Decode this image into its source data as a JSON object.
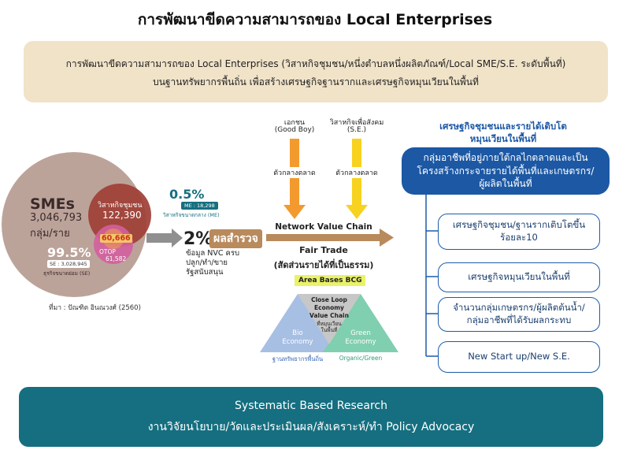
{
  "title": "การพัฒนาขีดความสามารถของ Local Enterprises",
  "top_box": {
    "line1": "การพัฒนาขีดความสามารถของ Local Enterprises (วิสาหกิจชุมชน/หนึ่งตำบลหนึ่งผลิตภัณฑ์/Local SME/S.E. ระดับพื้นที่)",
    "line2": "บนฐานทรัพยากรพื้นถิ่น เพื่อสร้างเศรษฐกิจฐานรากและเศรษฐกิจหมุนเวียนในพื้นที่"
  },
  "smes": {
    "title": "SMEs",
    "count": "3,046,793",
    "unit": "กลุ่ม/ราย",
    "se_percent": "99.5%",
    "se_badge": "SE : 3,028,945",
    "se_label": "ธุรกิจขนาดย่อม (SE)",
    "community_label": "วิสาหกิจชุมชน",
    "community_count": "122,390",
    "overlap_count": "60,666",
    "otop_label": "OTOP",
    "otop_count": "61,582",
    "source": "ที่มา : ปัณฑิต อินณวงศ์ (2560)"
  },
  "me": {
    "percent": "0.5%",
    "badge": "ME : 18,298",
    "label": "วิสาหกิจขนาดกลาง (ME)"
  },
  "survey": {
    "percent": "2%",
    "label": "ผลสำรวจ",
    "lines": [
      "ข้อมูล NVC ครบ",
      "ปลูก/ทำ/ขาย",
      "รัฐสนับสนุน"
    ]
  },
  "private": {
    "line1": "เอกชน",
    "line2": "(Good Boy)",
    "mid": "ตัวกลางตลาด"
  },
  "social": {
    "line1": "วิสาหกิจเพื่อสังคม",
    "line2": "(S.E.)",
    "mid": "ตัวกลางตลาด"
  },
  "network_value_chain": "Network Value Chain",
  "fair_trade": {
    "line1": "Fair Trade",
    "line2": "(สัดส่วนรายได้ที่เป็นธรรม)"
  },
  "bcg": {
    "title": "Area Bases BCG",
    "center_lines": [
      "Close Loop",
      "Economy",
      "Value Chain"
    ],
    "center_sub": [
      "ที่หมุนเวียน",
      "ในพื้นที่"
    ],
    "bio_lines": [
      "Bio",
      "Economy"
    ],
    "green_lines": [
      "Green",
      "Economy"
    ],
    "bio_caption": "ฐานทรัพยากรพื้นถิ่น",
    "green_caption": "Organic/Green"
  },
  "right_panel": {
    "heading_line1": "เศรษฐกิจชุมชนและรายได้เติบโต",
    "heading_line2": "หมุนเวียนในพื้นที่",
    "head_box": [
      "กลุ่มอาชีพที่อยู่ภายใต้กลไกตลาดและเป็น",
      "โครงสร้างกระจายรายได้พื้นที่และเกษตรกร/",
      "ผู้ผลิตในพื้นที่"
    ],
    "items": [
      [
        "เศรษฐกิจชุมชน/ฐานรากเติบโตขึ้น",
        "ร้อยละ10"
      ],
      [
        "เศรษฐกิจหมุนเวียนในพื้นที่"
      ],
      [
        "จำนวนกลุ่มเกษตรกร/ผู้ผลิตต้นน้ำ/",
        "กลุ่มอาชีพที่ได้รับผลกระทบ"
      ],
      [
        "New Start up/New S.E."
      ]
    ]
  },
  "bottom_box": {
    "line1": "Systematic Based Research",
    "line2": "งานวิจัยนโยบาย/วัดและประเมินผล/สังเคราะห์/ทำ Policy Advocacy"
  },
  "colors": {
    "title_blue": "#1c58a4",
    "teal": "#156f80",
    "beige": "#f1e3c8",
    "orange": "#f39a2f",
    "yellow": "#f7d21e",
    "brown_arrow": "#b98a5c"
  }
}
